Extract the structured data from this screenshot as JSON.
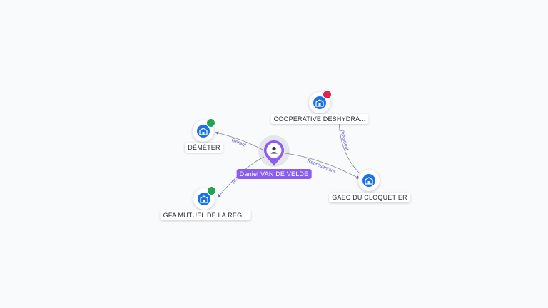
{
  "colors": {
    "person": "#8a5cf0",
    "company": "#1a73e8",
    "edge": "#7d8496",
    "active": "#23a455",
    "closed": "#e0224f"
  },
  "person": {
    "name": "Daniel VAN DE VELDE",
    "icon": "person-icon"
  },
  "companies": [
    {
      "id": "demeter",
      "name": "DÉMÉTER",
      "status": "active",
      "icon": "building-icon"
    },
    {
      "id": "gfa",
      "name": "GFA MUTUEL DE LA REG...",
      "status": "active",
      "icon": "building-icon"
    },
    {
      "id": "coop",
      "name": "COOPERATIVE DESHYDRA...",
      "status": "closed",
      "icon": "building-icon"
    },
    {
      "id": "gaec",
      "name": "GAEC DU CLOQUETIER",
      "status": "none",
      "icon": "building-icon"
    }
  ],
  "relations": [
    {
      "id": "r-demeter",
      "label": "Gérant"
    },
    {
      "id": "r-gfa",
      "label": "A..."
    },
    {
      "id": "r-gaec",
      "label": "Représentant"
    },
    {
      "id": "r-coop",
      "label": "Président"
    }
  ]
}
